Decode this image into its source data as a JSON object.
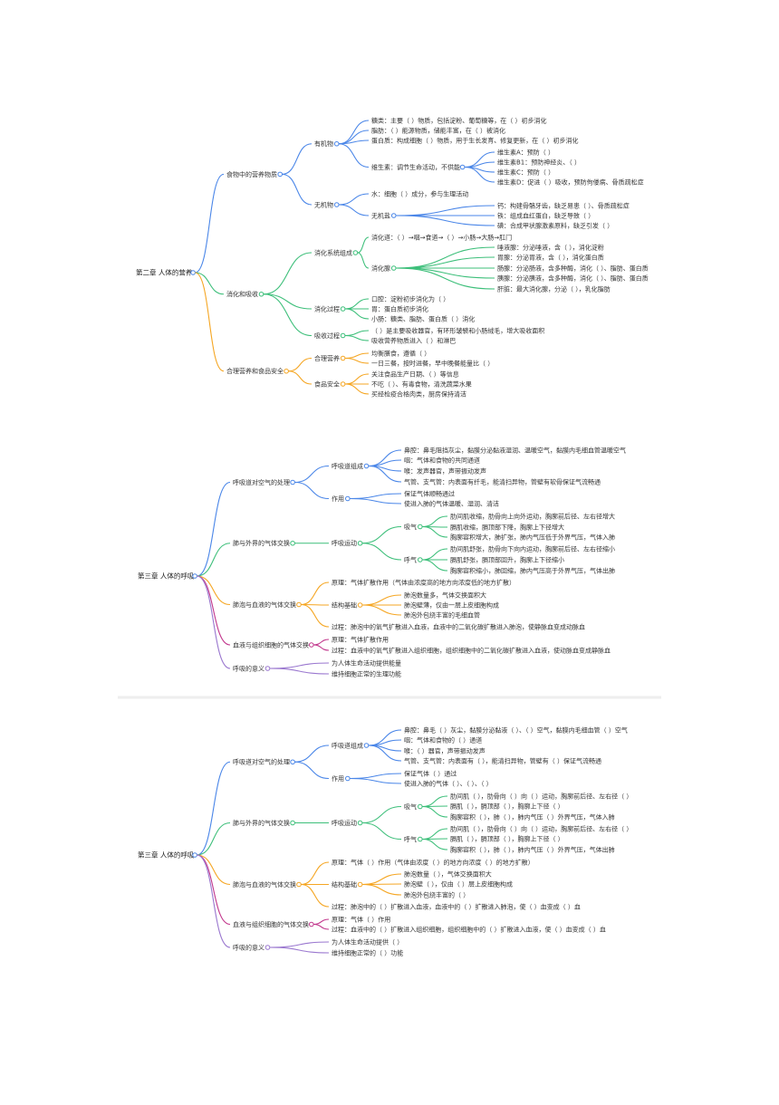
{
  "colors": {
    "blue": "#4a86e8",
    "green": "#3dbf7a",
    "orange": "#f5a623",
    "magenta": "#c2388d",
    "purple": "#9a77cf",
    "separator": "#eeeeee"
  },
  "maps": [
    {
      "root": {
        "label": "第二章 人体的营养"
      },
      "branches": [
        {
          "label": "食物中的营养物质",
          "color": "blue",
          "children": [
            {
              "label": "有机物",
              "children": [
                {
                  "label": "糖类：主要（  ）物质，包括淀粉、葡萄糖等，在（  ）初步消化"
                },
                {
                  "label": "脂肪：（  ）能源物质，储能丰富，在（  ）被消化"
                },
                {
                  "label": "蛋白质：构成细胞（  ）物质，用于生长发育、修复更新，在（  ）初步消化"
                },
                {
                  "label": "维生素：调节生命活动，不供能",
                  "children": [
                    {
                      "label": "维生素A：预防（  ）"
                    },
                    {
                      "label": "维生素B1：预防神经炎、（  ）"
                    },
                    {
                      "label": "维生素C：预防（  ）"
                    },
                    {
                      "label": "维生素D：促进（  ）吸收，预防佝偻病、骨质疏松症"
                    }
                  ]
                }
              ]
            },
            {
              "label": "无机物",
              "children": [
                {
                  "label": "水：细胞（  ）成分，参与生理活动"
                },
                {
                  "label": "无机盐",
                  "children": [
                    {
                      "label": "钙：构建骨骼牙齿，缺乏易患（  ）、骨质疏松症"
                    },
                    {
                      "label": "铁：组成血红蛋白，缺乏导致（  ）"
                    },
                    {
                      "label": "碘：合成甲状腺激素原料，缺乏引发（  ）"
                    }
                  ]
                }
              ]
            }
          ]
        },
        {
          "label": "消化和吸收",
          "color": "green",
          "children": [
            {
              "label": "消化系统组成",
              "children": [
                {
                  "label": "消化道：（  ）→咽→食道→（  ）→小肠→大肠→肛门"
                },
                {
                  "label": "消化腺",
                  "children": [
                    {
                      "label": "唾液腺：分泌唾液，含（  ），消化淀粉"
                    },
                    {
                      "label": "胃腺：分泌胃液，含（  ），消化蛋白质"
                    },
                    {
                      "label": "肠腺：分泌肠液，含多种酶，消化（  ）、脂肪、蛋白质"
                    },
                    {
                      "label": "胰腺：分泌胰液，含多种酶，消化（  ）、脂肪、蛋白质"
                    },
                    {
                      "label": "肝脏：最大消化腺，分泌（  ），乳化脂肪"
                    }
                  ]
                }
              ]
            },
            {
              "label": "消化过程",
              "children": [
                {
                  "label": "口腔：淀粉初步消化为（  ）"
                },
                {
                  "label": "胃：蛋白质初步消化"
                },
                {
                  "label": "小肠：糖类、脂肪、蛋白质（  ）消化"
                }
              ]
            },
            {
              "label": "吸收过程",
              "children": [
                {
                  "label": "（  ）是主要吸收器官，有环形皱襞和小肠绒毛，增大吸收面积"
                },
                {
                  "label": "吸收营养物质进入（  ）和淋巴"
                }
              ]
            }
          ]
        },
        {
          "label": "合理营养和食品安全",
          "color": "orange",
          "children": [
            {
              "label": "合理营养",
              "children": [
                {
                  "label": "均衡膳食，遵循（  ）"
                },
                {
                  "label": "一日三餐，按时进餐，早中晚餐能量比（  ）"
                }
              ]
            },
            {
              "label": "食品安全",
              "children": [
                {
                  "label": "关注食品生产日期、（  ）等信息"
                },
                {
                  "label": "不吃（  ）、有毒食物，清洗蔬菜水果"
                },
                {
                  "label": "买经检疫合格肉类，厨房保持清洁"
                }
              ]
            }
          ]
        }
      ]
    },
    {
      "root": {
        "label": "第三章 人体的呼吸"
      },
      "branches": [
        {
          "label": "呼吸道对空气的处理",
          "color": "blue",
          "children": [
            {
              "label": "呼吸道组成",
              "children": [
                {
                  "label": "鼻腔：鼻毛阻挡灰尘，黏膜分泌黏液湿润、温暖空气，黏膜内毛细血管温暖空气"
                },
                {
                  "label": "咽：气体和食物的共同通道"
                },
                {
                  "label": "喉：发声器官，声带振动发声"
                },
                {
                  "label": "气管、支气管：内表面有纤毛，能清扫异物，管壁有软骨保证气流畅通"
                }
              ]
            },
            {
              "label": "作用",
              "children": [
                {
                  "label": "保证气体顺畅通过"
                },
                {
                  "label": "使进入肺的气体温暖、湿润、清洁"
                }
              ]
            }
          ]
        },
        {
          "label": "肺与外界的气体交换",
          "color": "green",
          "children": [
            {
              "label": "呼吸运动",
              "children": [
                {
                  "label": "吸气",
                  "children": [
                    {
                      "label": "肋间肌收缩，肋骨向上向外运动，胸廓前后径、左右径增大"
                    },
                    {
                      "label": "膈肌收缩，膈顶部下降，胸廓上下径增大"
                    },
                    {
                      "label": "胸廓容积增大，肺扩张，肺内气压低于外界气压，气体入肺"
                    }
                  ]
                },
                {
                  "label": "呼气",
                  "children": [
                    {
                      "label": "肋间肌舒张，肋骨向下向内运动，胸廓前后径、左右径缩小"
                    },
                    {
                      "label": "膈肌舒张，膈顶部回升，胸廓上下径缩小"
                    },
                    {
                      "label": "胸廓容积缩小，肺回缩，肺内气压高于外界气压，气体出肺"
                    }
                  ]
                }
              ]
            }
          ]
        },
        {
          "label": "肺泡与血液的气体交换",
          "color": "orange",
          "children": [
            {
              "label": "原理：气体扩散作用（气体由浓度高的地方向浓度低的地方扩散）"
            },
            {
              "label": "结构基础",
              "children": [
                {
                  "label": "肺泡数量多，气体交换面积大"
                },
                {
                  "label": "肺泡壁薄，仅由一层上皮细胞构成"
                },
                {
                  "label": "肺泡外包绕丰富的毛细血管"
                }
              ]
            },
            {
              "label": "过程：肺泡中的氧气扩散进入血液，血液中的二氧化碳扩散进入肺泡，使静脉血变成动脉血"
            }
          ]
        },
        {
          "label": "血液与组织细胞的气体交换",
          "color": "magenta",
          "children": [
            {
              "label": "原理：气体扩散作用"
            },
            {
              "label": "过程：血液中的氧气扩散进入组织细胞，组织细胞中的二氧化碳扩散进入血液，使动脉血变成静脉血"
            }
          ]
        },
        {
          "label": "呼吸的意义",
          "color": "purple",
          "children": [
            {
              "label": "为人体生命活动提供能量"
            },
            {
              "label": "维持细胞正常的生理功能"
            }
          ]
        }
      ]
    },
    {
      "root": {
        "label": "第三章 人体的呼吸"
      },
      "branches": [
        {
          "label": "呼吸道对空气的处理",
          "color": "blue",
          "children": [
            {
              "label": "呼吸道组成",
              "children": [
                {
                  "label": "鼻腔：鼻毛（  ）灰尘，黏膜分泌黏液（  ）、（  ）空气，黏膜内毛细血管（  ）空气"
                },
                {
                  "label": "咽：气体和食物的（  ）通道"
                },
                {
                  "label": "喉：（  ）器官，声带振动发声"
                },
                {
                  "label": "气管、支气管：内表面有（  ），能清扫异物，管壁有（  ）保证气流畅通"
                }
              ]
            },
            {
              "label": "作用",
              "children": [
                {
                  "label": "保证气体（  ）通过"
                },
                {
                  "label": "使进入肺的气体（  ）、（  ）、（  ）"
                }
              ]
            }
          ]
        },
        {
          "label": "肺与外界的气体交换",
          "color": "green",
          "children": [
            {
              "label": "呼吸运动",
              "children": [
                {
                  "label": "吸气",
                  "children": [
                    {
                      "label": "肋间肌（  ），肋骨向（  ）向（  ）运动，胸廓前后径、左右径（  ）"
                    },
                    {
                      "label": "膈肌（  ），膈顶部（  ），胸廓上下径（  ）"
                    },
                    {
                      "label": "胸廓容积（  ），肺（  ），肺内气压（  ）外界气压，气体入肺"
                    }
                  ]
                },
                {
                  "label": "呼气",
                  "children": [
                    {
                      "label": "肋间肌（  ），肋骨向（  ）向（  ）运动，胸廓前后径、左右径（  ）"
                    },
                    {
                      "label": "膈肌（  ），膈顶部（  ），胸廓上下径（  ）"
                    },
                    {
                      "label": "胸廓容积（  ），肺（  ），肺内气压（  ）外界气压，气体出肺"
                    }
                  ]
                }
              ]
            }
          ]
        },
        {
          "label": "肺泡与血液的气体交换",
          "color": "orange",
          "children": [
            {
              "label": "原理：气体（  ）作用（气体由浓度（  ）的地方向浓度（  ）的地方扩散）"
            },
            {
              "label": "结构基础",
              "children": [
                {
                  "label": "肺泡数量（  ），气体交换面积大"
                },
                {
                  "label": "肺泡壁（  ），仅由（  ）层上皮细胞构成"
                },
                {
                  "label": "肺泡外包绕丰富的（  ）"
                }
              ]
            },
            {
              "label": "过程：肺泡中的（  ）扩散进入血液，血液中的（  ）扩散进入肺泡，使（  ）血变成（  ）血"
            }
          ]
        },
        {
          "label": "血液与组织细胞的气体交换",
          "color": "magenta",
          "children": [
            {
              "label": "原理：气体（  ）作用"
            },
            {
              "label": "过程：血液中的（  ）扩散进入组织细胞，组织细胞中的（  ）扩散进入血液，使（  ）血变成（  ）血"
            }
          ]
        },
        {
          "label": "呼吸的意义",
          "color": "purple",
          "children": [
            {
              "label": "为人体生命活动提供（  ）"
            },
            {
              "label": "维持细胞正常的（  ）功能"
            }
          ]
        }
      ]
    }
  ]
}
